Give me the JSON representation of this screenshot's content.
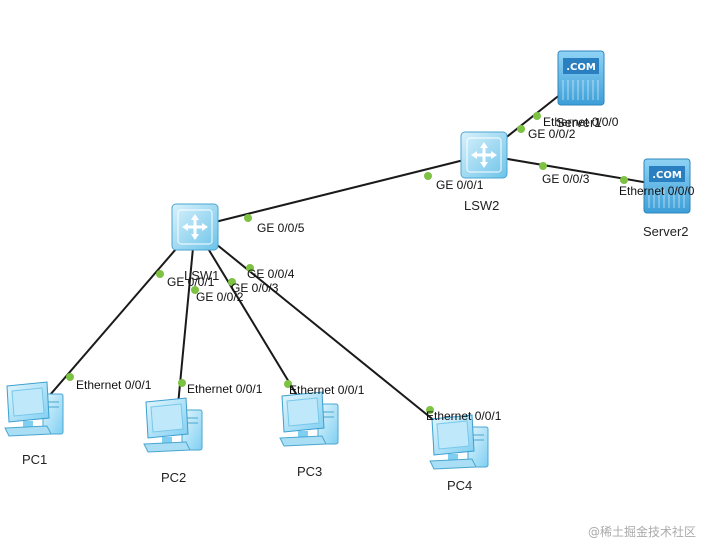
{
  "diagram": {
    "link_color": "#1a1a1a",
    "port_dot_color": "#7dc242",
    "device_colors": {
      "switch": "#8fd3f0",
      "server": "#5cb8ea",
      "pc": "#7fd0f3"
    },
    "devices": [
      {
        "id": "LSW1",
        "label": "LSW1",
        "kind": "switch"
      },
      {
        "id": "LSW2",
        "label": "LSW2",
        "kind": "switch"
      },
      {
        "id": "Server1",
        "label": "Server1",
        "kind": "server"
      },
      {
        "id": "Server2",
        "label": "Server2",
        "kind": "server"
      },
      {
        "id": "PC1",
        "label": "PC1",
        "kind": "pc"
      },
      {
        "id": "PC2",
        "label": "PC2",
        "kind": "pc"
      },
      {
        "id": "PC3",
        "label": "PC3",
        "kind": "pc"
      },
      {
        "id": "PC4",
        "label": "PC4",
        "kind": "pc"
      }
    ],
    "links": [
      {
        "from": "LSW1",
        "to": "LSW2",
        "from_port": "GE 0/0/5",
        "to_port": "GE 0/0/1"
      },
      {
        "from": "LSW2",
        "to": "Server1",
        "from_port": "GE 0/0/2",
        "to_port": "Ethernet 0/0/0"
      },
      {
        "from": "LSW2",
        "to": "Server2",
        "from_port": "GE 0/0/3",
        "to_port": "Ethernet 0/0/0"
      },
      {
        "from": "LSW1",
        "to": "PC1",
        "from_port": "GE 0/0/1",
        "to_port": "Ethernet 0/0/1"
      },
      {
        "from": "LSW1",
        "to": "PC2",
        "from_port": "GE 0/0/2",
        "to_port": "Ethernet 0/0/1"
      },
      {
        "from": "LSW1",
        "to": "PC3",
        "from_port": "GE 0/0/3",
        "to_port": "Ethernet 0/0/1"
      },
      {
        "from": "LSW1",
        "to": "PC4",
        "from_port": "GE 0/0/4",
        "to_port": "Ethernet 0/0/1"
      }
    ]
  },
  "watermark": "@稀土掘金技术社区"
}
